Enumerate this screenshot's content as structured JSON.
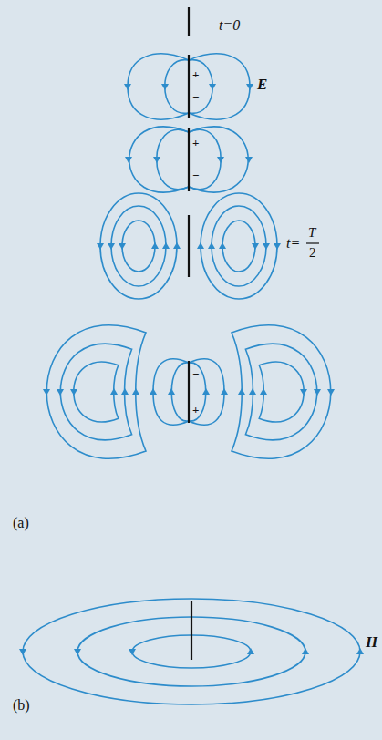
{
  "diagram": {
    "labels": [
      "t=0",
      "+",
      "−",
      "E",
      "+",
      "−",
      "t=",
      "T",
      "2",
      "−",
      "+",
      "(a)",
      "H",
      "(b)"
    ]
  }
}
